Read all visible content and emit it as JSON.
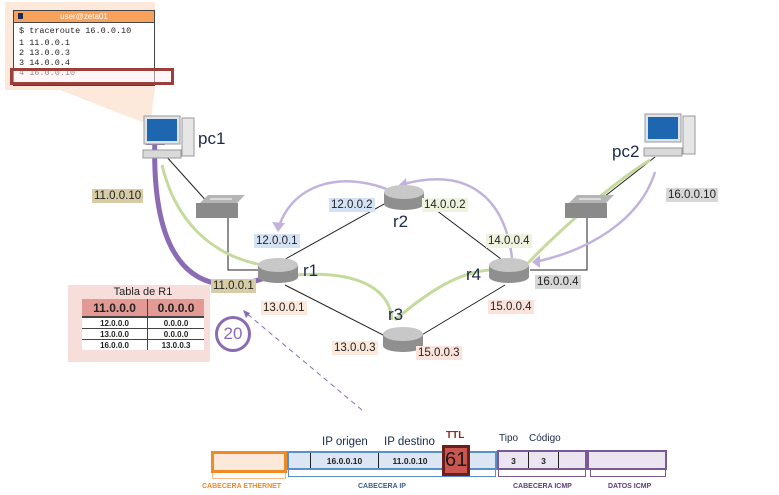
{
  "terminal": {
    "title": "user@zeta01",
    "command": "$ traceroute 16.0.0.10",
    "hops": [
      "1 11.0.0.1",
      "2 13.0.0.3",
      "3 14.0.0.4",
      "4 16.0.0.10"
    ],
    "highlighted_hop": 4
  },
  "nodes": {
    "pc1": "pc1",
    "pc2": "pc2",
    "r1": "r1",
    "r2": "r2",
    "r3": "r3",
    "r4": "r4"
  },
  "addresses": {
    "pc1": "11.0.0.10",
    "r1_net11": "11.0.0.1",
    "r1_net12": "12.0.0.1",
    "r1_net13": "13.0.0.1",
    "r2_net12": "12.0.0.2",
    "r2_net14": "14.0.0.2",
    "r3_net13": "13.0.0.3",
    "r3_net15": "15.0.0.3",
    "r4_net14": "14.0.0.4",
    "r4_net15": "15.0.0.4",
    "r4_net16": "16.0.0.4",
    "pc2": "16.0.0.10"
  },
  "routing_table": {
    "title": "Tabla de R1",
    "rows": [
      [
        "11.0.0.0",
        "0.0.0.0"
      ],
      [
        "12.0.0.0",
        "0.0.0.0"
      ],
      [
        "13.0.0.0",
        "0.0.0.0"
      ],
      [
        "16.0.0.0",
        "13.0.0.3"
      ]
    ],
    "highlighted_row": 0
  },
  "step_counter": "20",
  "packet": {
    "ip_origin_label": "IP origen",
    "ip_dest_label": "IP destino",
    "ttl_label": "TTL",
    "ip_origin": "16.0.0.10",
    "ip_dest": "11.0.0.10",
    "ttl": "61",
    "icmp_type_label": "Tipo",
    "icmp_code_label": "Código",
    "icmp_type": "3",
    "icmp_code": "3",
    "captions": {
      "ethernet": "CABECERA ETHERNET",
      "ip": "CABECERA IP",
      "icmp_header": "CABECERA ICMP",
      "icmp_data": "DATOS ICMP"
    }
  },
  "colors": {
    "ethernet": "#f08a24",
    "ip": "#5b8fc7",
    "icmp": "#7a5a96",
    "ttl": "#c9574f",
    "arrow_purple": "#8b6bb3",
    "arrow_light_purple": "#c3b3dc",
    "arrow_green": "#c6da9e"
  }
}
